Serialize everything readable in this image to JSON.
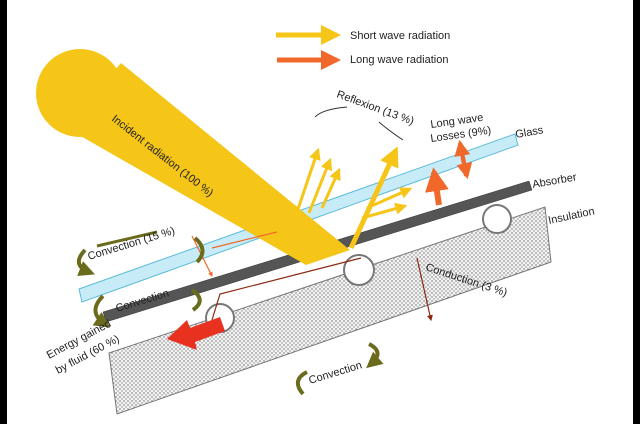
{
  "legend": {
    "short_wave": "Short wave radiation",
    "long_wave": "Long wave radiation",
    "short_wave_color": "#f5c518",
    "long_wave_color": "#f0692a"
  },
  "labels": {
    "incident": "Incident radiation (100 %)",
    "reflexion": "Reflexion (13 %)",
    "long_wave_losses_1": "Long wave",
    "long_wave_losses_2": "Losses (9%)",
    "glass": "Glass",
    "absorber": "Absorber",
    "insulation": "Insulation",
    "convection_top": "Convection (15 %)",
    "convection_mid": "Convection",
    "convection_bottom": "Convection",
    "conduction": "Conduction (3 %)",
    "energy_1": "Energy gained",
    "energy_2": "by fluid (60 %)"
  },
  "colors": {
    "sun": "#f5c518",
    "glass": "#c8ecf7",
    "glass_stroke": "#5bbcd9",
    "absorber": "#555555",
    "insulation": "#ececec",
    "convection_arrow": "#6b6b1e",
    "fluid_arrow": "#e8311e",
    "line_red": "#8b2a12"
  }
}
